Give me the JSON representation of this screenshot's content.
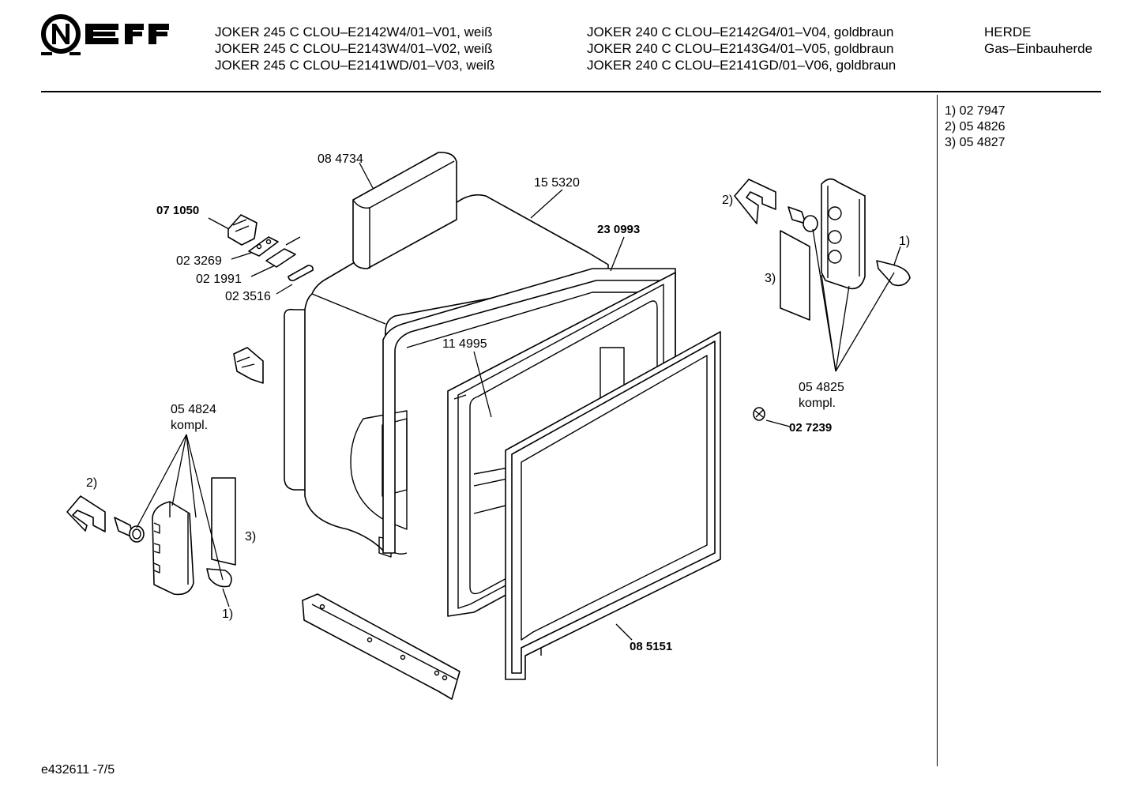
{
  "brand": {
    "name": "NEFF"
  },
  "header": {
    "col1": [
      "JOKER 245 C CLOU–E2142W4/01–V01, weiß",
      "JOKER 245 C CLOU–E2143W4/01–V02, weiß",
      "JOKER 245 C CLOU–E2141WD/01–V03, weiß"
    ],
    "col2": [
      "JOKER 240 C CLOU–E2142G4/01–V04, goldbraun",
      "JOKER 240 C CLOU–E2143G4/01–V05, goldbraun",
      "JOKER 240 C CLOU–E2141GD/01–V06, goldbraun"
    ],
    "col3": [
      "HERDE",
      "Gas–Einbauherde"
    ]
  },
  "legend": [
    "1)  02 7947",
    "2)  05 4826",
    "3)  05 4827"
  ],
  "parts": {
    "p084734": "08 4734",
    "p155320": "15 5320",
    "p230993": "23 0993",
    "p071050": "07 1050",
    "p023269": "02 3269",
    "p021991": "02 1991",
    "p023516": "02 3516",
    "p114995": "11 4995",
    "p054824": "05 4824",
    "kompl_left": "kompl.",
    "p054825": "05 4825",
    "kompl_right": "kompl.",
    "p027239": "02 7239",
    "p085151": "08 5151",
    "ref1_left": "1)",
    "ref2_left": "2)",
    "ref3_left": "3)",
    "ref1_right": "1)",
    "ref2_right": "2)",
    "ref3_right": "3)"
  },
  "footer": "e432611 -7/5"
}
